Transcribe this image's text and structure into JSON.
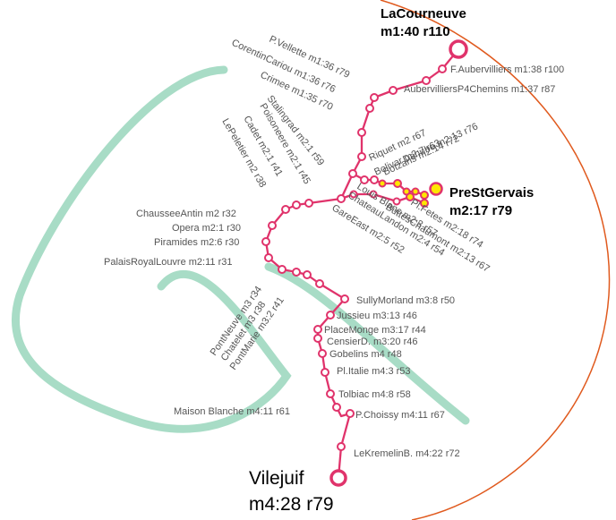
{
  "colors": {
    "line": "#e0336b",
    "river": "#a8dcc6",
    "ring": "#e05a1e",
    "secondary_terminus_fill": "#ffe600",
    "station_fill": "#ffffff",
    "label": "#555555"
  },
  "termini": {
    "north": {
      "name": "LaCourneuve",
      "info": "m1:40 r110"
    },
    "east": {
      "name": "PreStGervais",
      "info": "m2:17 r79"
    },
    "south": {
      "name": "Vilejuif",
      "info": "m4:28 r79"
    }
  },
  "stations": [
    {
      "id": "f-aubervilliers",
      "label": "F.Aubervilliers m1:38 r100"
    },
    {
      "id": "aubervilliers-p4",
      "label": "AubervilliersP4Chemins m1:37 r87"
    },
    {
      "id": "p-vellette",
      "label": "P.Vellette m1:36 r79"
    },
    {
      "id": "corentin-cariou",
      "label": "CorentinCariou m1:36 r76"
    },
    {
      "id": "crimee",
      "label": "Crimee m1:35 r70"
    },
    {
      "id": "stalingrad",
      "label": "Stalingrad m2:1 r59"
    },
    {
      "id": "riquet",
      "label": "Riquet m2 r67"
    },
    {
      "id": "bolivar",
      "label": "Bolivar m2:7 r63"
    },
    {
      "id": "botzaris",
      "label": "Botzaris m2:14 r72"
    },
    {
      "id": "danube",
      "label": "Danube m2:13 r76"
    },
    {
      "id": "pl-fetes",
      "label": "Pl.Fetes m2:18 r74"
    },
    {
      "id": "buttes-chaumont",
      "label": "ButtesChaumont m2:13 r67"
    },
    {
      "id": "louis-blanc",
      "label": "Louis Blanc m2:3 r57"
    },
    {
      "id": "chateau-landon",
      "label": "ChateauLandon m2:4 r54"
    },
    {
      "id": "gare-east",
      "label": "GareEast m2:5 r52"
    },
    {
      "id": "poisonneere",
      "label": "Poisoneere m2:1 r45"
    },
    {
      "id": "cadet",
      "label": "Cadet m2:1 r41"
    },
    {
      "id": "le-peletier",
      "label": "LePeletier m2 r38"
    },
    {
      "id": "chaussee-antin",
      "label": "ChausseeAntin m2 r32"
    },
    {
      "id": "opera",
      "label": "Opera m2:1 r30"
    },
    {
      "id": "piramides",
      "label": "Piramides m2:6 r30"
    },
    {
      "id": "palais-royal",
      "label": "PalaisRoyalLouvre m2:11 r31"
    },
    {
      "id": "pont-neuve",
      "label": "PontNeuve m3 r34"
    },
    {
      "id": "chatelet",
      "label": "Chatelet m3 r38"
    },
    {
      "id": "pont-marie",
      "label": "PontMarie m3:2 r41"
    },
    {
      "id": "sully-morland",
      "label": "SullyMorland m3:8 r50"
    },
    {
      "id": "jussieu",
      "label": "Jussieu m3:13 r46"
    },
    {
      "id": "place-monge",
      "label": "PlaceMonge m3:17 r44"
    },
    {
      "id": "censier",
      "label": "CensierD. m3:20 r46"
    },
    {
      "id": "gobelins",
      "label": "Gobelins m4 r48"
    },
    {
      "id": "pl-italie",
      "label": "Pl.Italie m4:3 r53"
    },
    {
      "id": "tolbiac",
      "label": "Tolbiac m4:8 r58"
    },
    {
      "id": "maison-blanche",
      "label": "Maison Blanche m4:11 r61"
    },
    {
      "id": "p-choissy",
      "label": "P.Choissy m4:11 r67"
    },
    {
      "id": "le-kremelin",
      "label": "LeKremelinB. m4:22 r72"
    }
  ]
}
